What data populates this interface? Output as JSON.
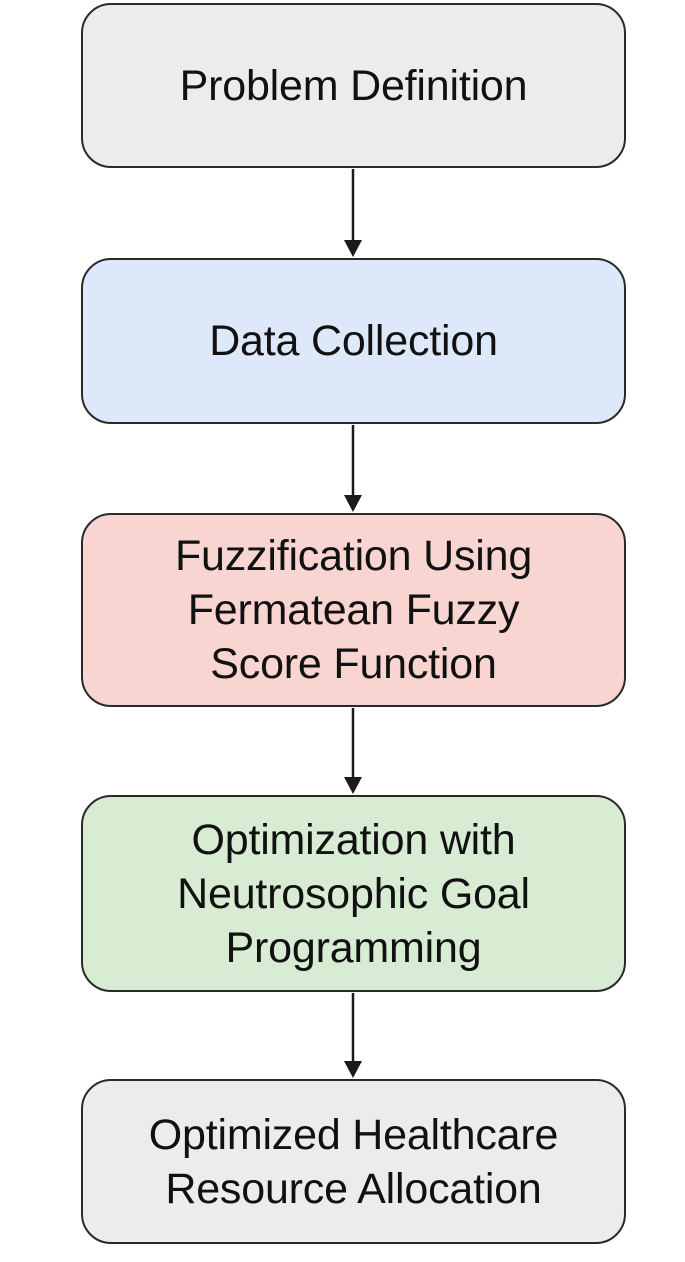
{
  "steps": [
    {
      "label": "Problem Definition",
      "fill": "#ececec"
    },
    {
      "label": "Data Collection",
      "fill": "#dde9fb"
    },
    {
      "label": "Fuzzification Using\nFermatean Fuzzy\nScore Function",
      "fill": "#f9d5d1"
    },
    {
      "label": "Optimization with\nNeutrosophic Goal\nProgramming",
      "fill": "#d7ecd2"
    },
    {
      "label": "Optimized Healthcare\nResource Allocation",
      "fill": "#ececec"
    }
  ],
  "colors": {
    "border": "#2a2a2a",
    "arrow": "#1a1a1a",
    "text": "#111111"
  }
}
